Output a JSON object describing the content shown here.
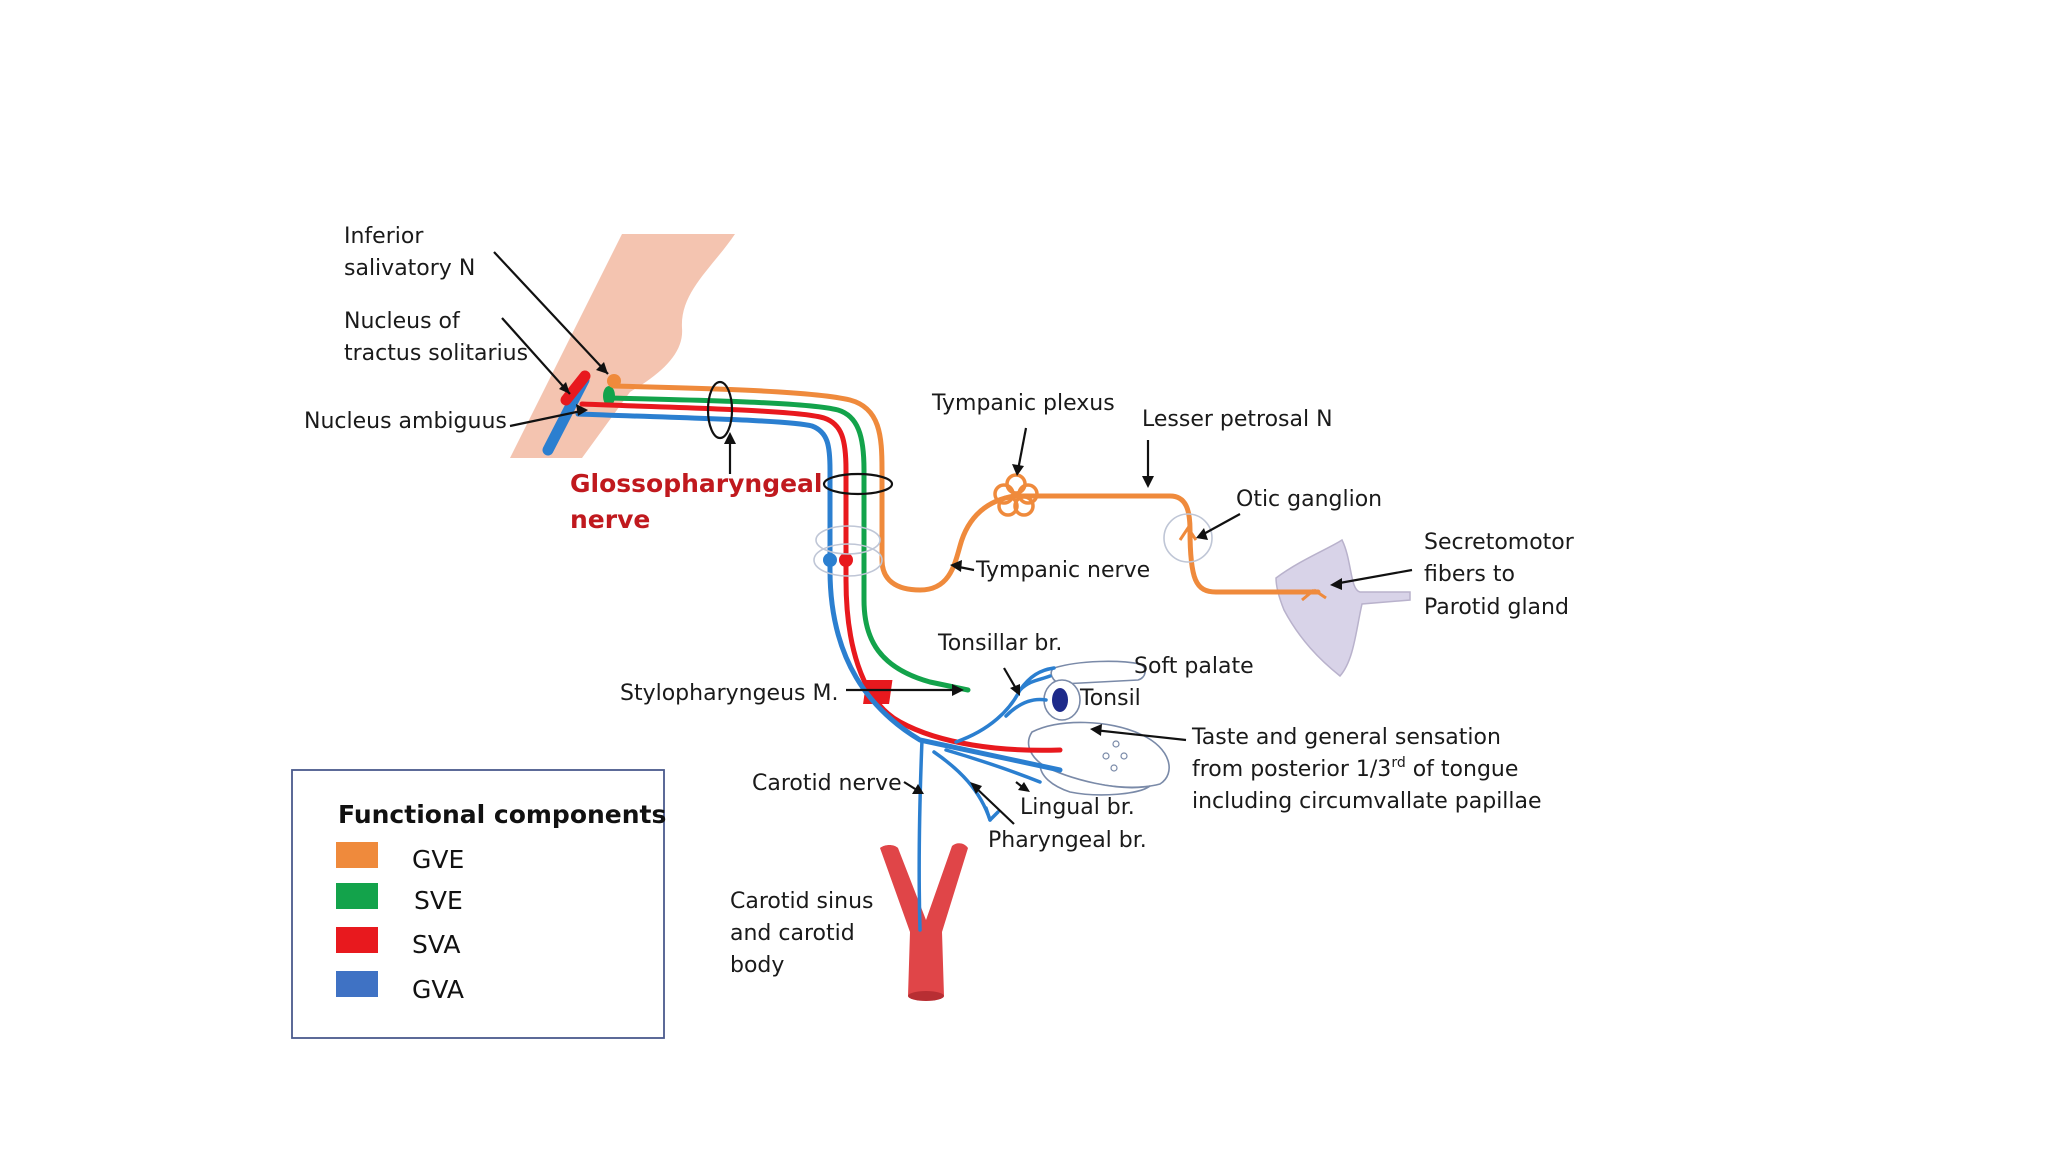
{
  "labels": {
    "inferior_salivatory_1": "Inferior",
    "inferior_salivatory_2": "salivatory N",
    "tractus_1": "Nucleus of",
    "tractus_2": "tractus solitarius",
    "ambiguus": "Nucleus ambiguus",
    "glosso_1": "Glossopharyngeal",
    "glosso_2": "nerve",
    "tympanic_plexus": "Tympanic plexus",
    "lesser_petrosal": "Lesser petrosal N",
    "otic_ganglion": "Otic ganglion",
    "tympanic_nerve": "Tympanic nerve",
    "secretomotor_1": "Secretomotor",
    "secretomotor_2": "fibers to",
    "secretomotor_3": "Parotid gland",
    "tonsillar": "Tonsillar br.",
    "soft_palate": "Soft palate",
    "tonsil": "Tonsil",
    "stylopharyngeus": "Stylopharyngeus M.",
    "taste_1": "Taste and general sensation",
    "taste_2_pre": "from posterior 1/3",
    "taste_2_sup": "rd",
    "taste_2_post": " of tongue",
    "taste_3": "including circumvallate papillae",
    "carotid_nerve": "Carotid nerve",
    "lingual": "Lingual br.",
    "pharyngeal": "Pharyngeal br.",
    "carotid_sinus_1": "Carotid sinus",
    "carotid_sinus_2": "and carotid",
    "carotid_sinus_3": "body"
  },
  "legend": {
    "title": "Functional components",
    "items": [
      {
        "label": "GVE",
        "color": "#ef8a3c"
      },
      {
        "label": "SVE",
        "color": "#13a34b"
      },
      {
        "label": "SVA",
        "color": "#e8191e"
      },
      {
        "label": "GVA",
        "color": "#3f72c4"
      }
    ]
  },
  "colors": {
    "gve": "#ef8a3c",
    "sve": "#13a34b",
    "sva": "#e8191e",
    "gva": "#2b7fd0",
    "title_red": "#c0191e",
    "brainstem": "#f4c4b0",
    "parotid": "#d8d3e8",
    "carotid": "#e04548"
  }
}
